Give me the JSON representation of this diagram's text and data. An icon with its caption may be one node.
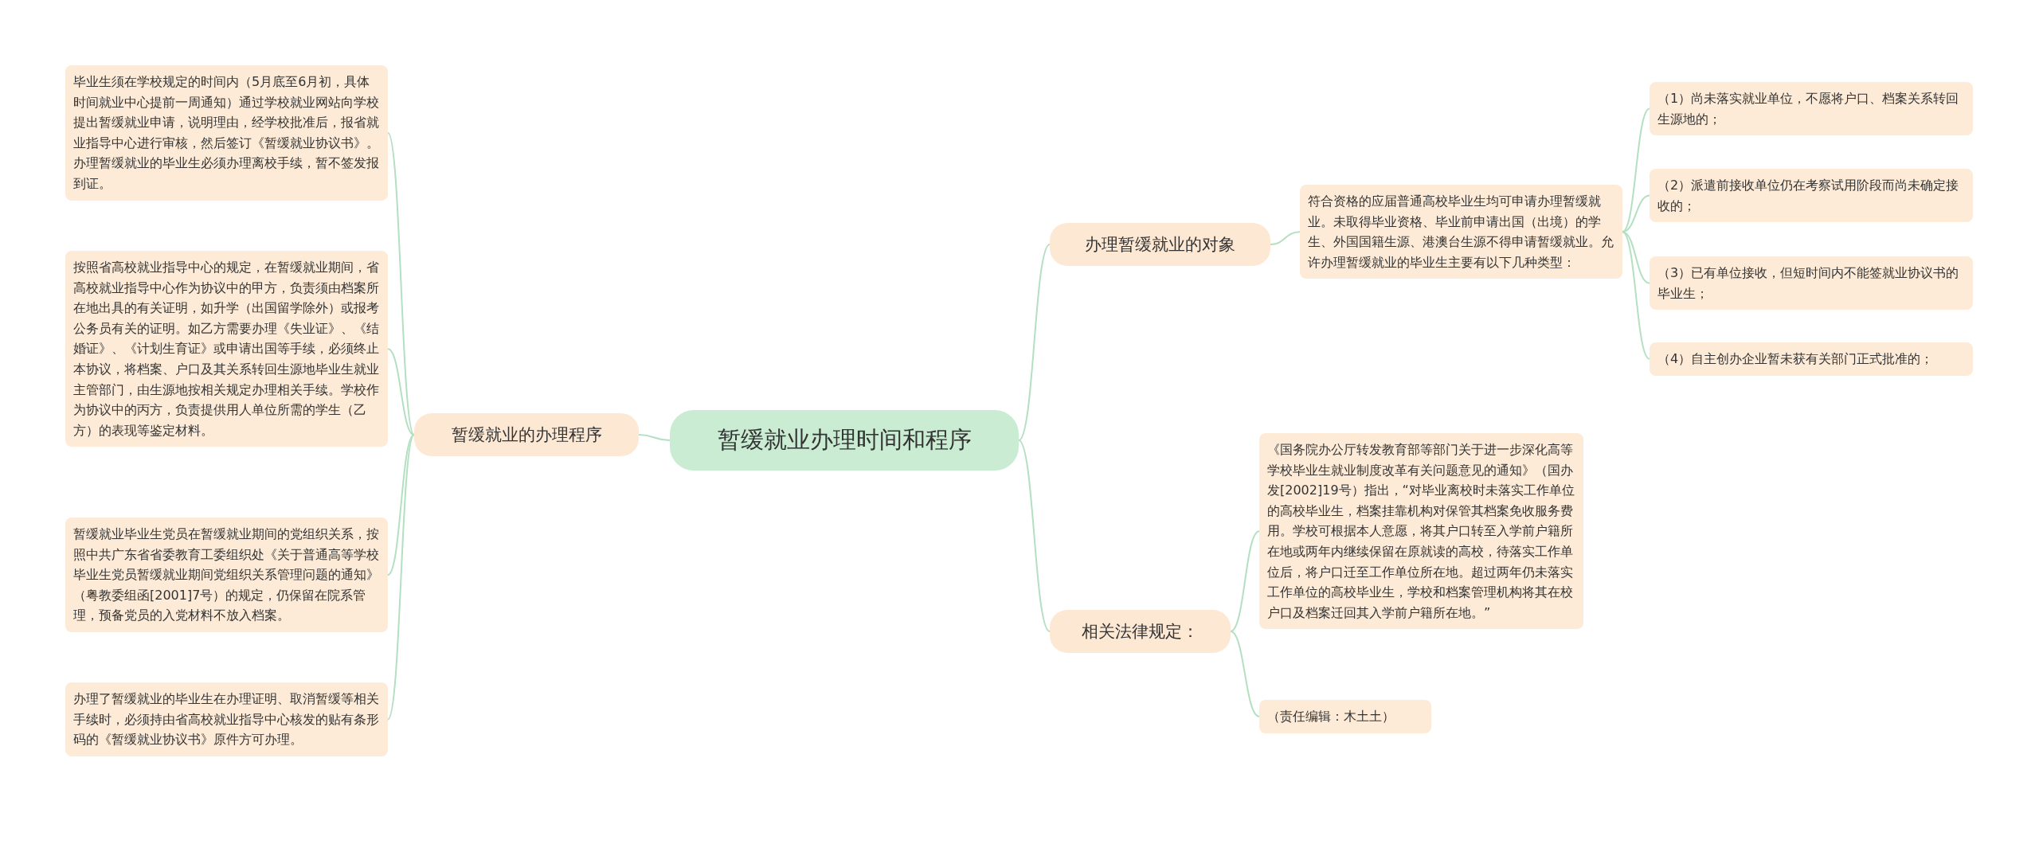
{
  "diagram": {
    "nodes": [
      {
        "text": [
          "暂缓就业办理时间和程序"
        ]
      },
      {
        "text": [
          "办理暂缓就业的对象"
        ]
      },
      {
        "text": [
          "符合资格的应届普通高校毕业生均可申请办理暂缓就业。未取得毕业资格、毕业前申请出国（出境）的学生、外国国籍生源、港澳台生源不得申请暂缓就业。允许办理暂缓就业的毕业生主要有以下几种类型："
        ]
      },
      {
        "text": [
          "（1）尚未落实就业单位，不愿将户口、档案关系转回生源地的；"
        ]
      },
      {
        "text": [
          "（2）派遣前接收单位仍在考察试用阶段而尚未确定接收的；"
        ]
      },
      {
        "text": [
          "（3）已有单位接收，但短时间内不能签就业协议书的毕业生；"
        ]
      },
      {
        "text": [
          "（4）自主创办企业暂未获有关部门正式批准的；"
        ]
      },
      {
        "text": [
          "相关法律规定："
        ]
      },
      {
        "text": [
          "《国务院办公厅转发教育部等部门关于进一步深化高等学校毕业生就业制度改革有关问题意见的通知》（国办发[2002]19号）指出，“对毕业离校时未落实工作单位的高校毕业生，档案挂靠机构对保管其档案免收服务费用。学校可根据本人意愿，将其户口转至入学前户籍所在地或两年内继续保留在原就读的高校，待落实工作单位后，将户口迁至工作单位所在地。超过两年仍未落实工作单位的高校毕业生，学校和档案管理机构将其在校户口及档案迁回其入学前户籍所在地。”"
        ]
      },
      {
        "text": [
          "（责任编辑：木土土）"
        ]
      },
      {
        "text": [
          "暂缓就业的办理程序"
        ]
      },
      {
        "text": [
          "毕业生须在学校规定的时间内（5月底至6月初，具体时间就业中心提前一周通知）通过学校就业网站向学校提出暂缓就业申请，说明理由，经学校批准后，报省就业指导中心进行审核，然后签订《暂缓就业协议书》。办理暂缓就业的毕业生必须办理离校手续，暂不签发报到证。"
        ]
      },
      {
        "text": [
          "按照省高校就业指导中心的规定，在暂缓就业期间，省高校就业指导中心作为协议中的甲方，负责须由档案所在地出具的有关证明，如升学（出国留学除外）或报考公务员有关的证明。如乙方需要办理《失业证》、《结婚证》、《计划生育证》或申请出国等手续，必须终止本协议，将档案、户口及其关系转回生源地毕业生就业主管部门，由生源地按相关规定办理相关手续。学校作为协议中的丙方，负责提供用人单位所需的学生（乙方）的表现等鉴定材料。"
        ]
      },
      {
        "text": [
          "暂缓就业毕业生党员在暂缓就业期间的党组织关系，按照中共广东省省委教育工委组织处《关于普通高等学校毕业生党员暂缓就业期间党组织关系管理问题的通知》（粤教委组函[2001]7号）的规定，仍保留在院系管理，预备党员的入党材料不放入档案。"
        ]
      },
      {
        "text": [
          "办理了暂缓就业的毕业生在办理证明、取消暂缓等相关手续时，必须持由省高校就业指导中心核发的贴有条形码的《暂缓就业协议书》原件方可办理。"
        ]
      }
    ],
    "edges": [
      {
        "from": 0,
        "to": 1,
        "arrow": "none"
      },
      {
        "from": 1,
        "to": 2,
        "arrow": "none"
      },
      {
        "from": 2,
        "to": 3,
        "arrow": "none"
      },
      {
        "from": 2,
        "to": 4,
        "arrow": "none"
      },
      {
        "from": 2,
        "to": 5,
        "arrow": "none"
      },
      {
        "from": 2,
        "to": 6,
        "arrow": "none"
      },
      {
        "from": 0,
        "to": 7,
        "arrow": "none"
      },
      {
        "from": 7,
        "to": 8,
        "arrow": "none"
      },
      {
        "from": 7,
        "to": 9,
        "arrow": "none"
      },
      {
        "from": 0,
        "to": 10,
        "arrow": "none"
      },
      {
        "from": 10,
        "to": 11,
        "arrow": "none"
      },
      {
        "from": 10,
        "to": 12,
        "arrow": "none"
      },
      {
        "from": 10,
        "to": 13,
        "arrow": "none"
      },
      {
        "from": 10,
        "to": 14,
        "arrow": "none"
      }
    ]
  }
}
